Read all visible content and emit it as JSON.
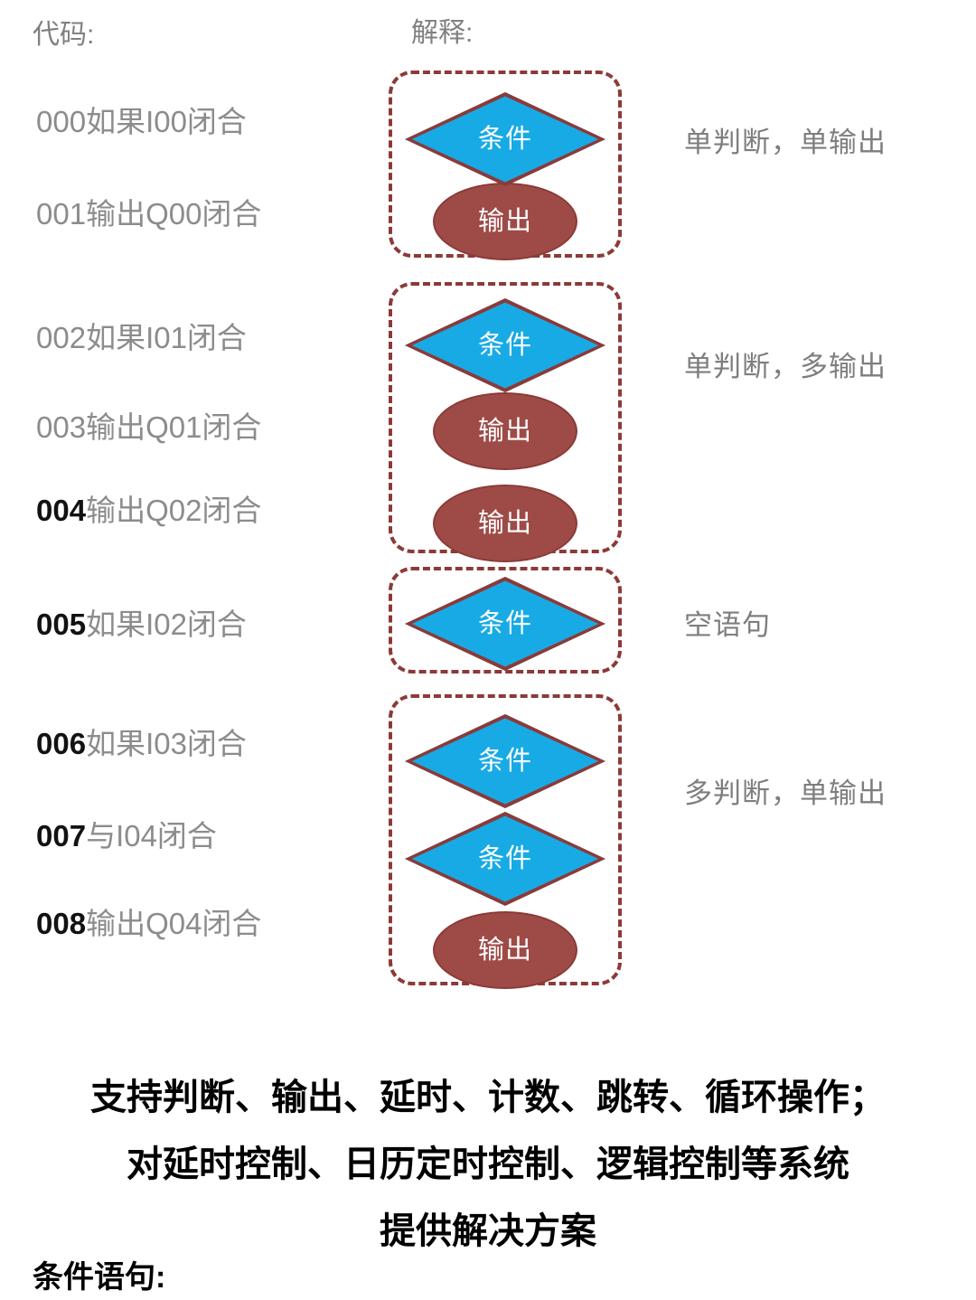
{
  "header": {
    "code_label": "代码:",
    "explain_label": "解释:"
  },
  "code_lines": [
    {
      "num": "000",
      "text": "如果I00闭合"
    },
    {
      "num": "001",
      "text": "输出Q00闭合"
    },
    {
      "num": "002",
      "text": "如果I01闭合"
    },
    {
      "num": "003",
      "text": "输出Q01闭合"
    },
    {
      "num": "004",
      "text": "输出Q02闭合"
    },
    {
      "num": "005",
      "text": "如果I02闭合"
    },
    {
      "num": "006",
      "text": "如果I03闭合"
    },
    {
      "num": "007",
      "text": "与I04闭合"
    },
    {
      "num": "008",
      "text": "输出Q04闭合"
    }
  ],
  "shape_labels": {
    "condition": "条件",
    "output": "输出"
  },
  "groups": [
    {
      "note": "单判断，单输出",
      "shapes": [
        "条件",
        "输出"
      ]
    },
    {
      "note": "单判断，多输出",
      "shapes": [
        "条件",
        "输出",
        "输出"
      ]
    },
    {
      "note": "空语句",
      "shapes": [
        "条件"
      ]
    },
    {
      "note": "多判断，单输出",
      "shapes": [
        "条件",
        "条件",
        "输出"
      ]
    }
  ],
  "tagline": [
    "支持判断、输出、延时、计数、跳转、循环操作；",
    "对延时控制、日历定时控制、逻辑控制等系统",
    "提供解决方案"
  ],
  "footer_label": "条件语句:",
  "colors": {
    "diamond_fill": "#18AAE5",
    "ellipse_fill": "#9E4B48",
    "shape_border": "#8c3a38",
    "group_border": "#8c3a38",
    "code_text": "#8c8c8c",
    "code_number": "#121212",
    "note_text": "#7e7e7e",
    "tagline_text": "#000000"
  }
}
